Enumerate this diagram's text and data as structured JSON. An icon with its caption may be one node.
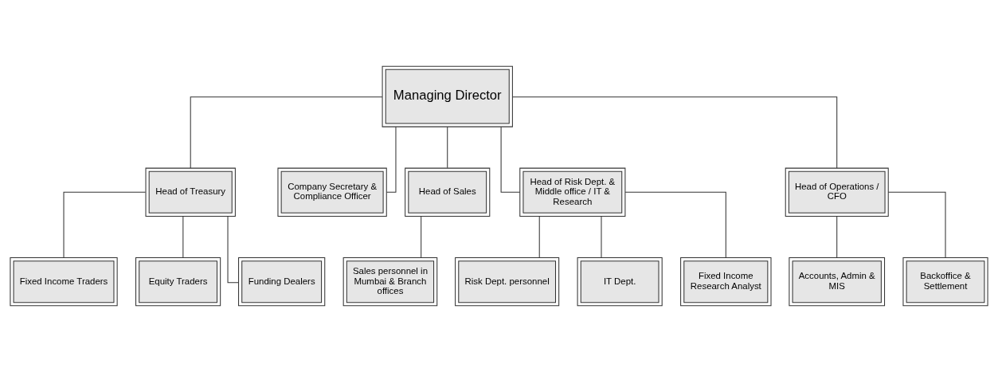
{
  "diagram": {
    "nodes": [
      {
        "text": [
          "Managing Director"
        ]
      },
      {
        "text": [
          "Head of Treasury"
        ]
      },
      {
        "text": [
          "Company Secretary & Compliance Officer"
        ]
      },
      {
        "text": [
          "Head of Sales"
        ]
      },
      {
        "text": [
          "Head of Risk Dept. & Middle office / IT & Research"
        ]
      },
      {
        "text": [
          "Head of Operations / CFO"
        ]
      },
      {
        "text": [
          "Fixed Income Traders"
        ]
      },
      {
        "text": [
          "Equity Traders"
        ]
      },
      {
        "text": [
          "Funding Dealers"
        ]
      },
      {
        "text": [
          "Sales personnel in Mumbai & Branch offices"
        ]
      },
      {
        "text": [
          "Risk Dept. personnel"
        ]
      },
      {
        "text": [
          "IT Dept."
        ]
      },
      {
        "text": [
          "Fixed Income Research Analyst"
        ]
      },
      {
        "text": [
          "Accounts, Admin & MIS"
        ]
      },
      {
        "text": [
          "Backoffice & Settlement"
        ]
      }
    ],
    "edges": [
      {
        "from": 0,
        "to": 1,
        "arrow": "none"
      },
      {
        "from": 0,
        "to": 2,
        "arrow": "none"
      },
      {
        "from": 0,
        "to": 3,
        "arrow": "none"
      },
      {
        "from": 0,
        "to": 4,
        "arrow": "none"
      },
      {
        "from": 0,
        "to": 5,
        "arrow": "none"
      },
      {
        "from": 1,
        "to": 6,
        "arrow": "none"
      },
      {
        "from": 1,
        "to": 7,
        "arrow": "none"
      },
      {
        "from": 1,
        "to": 8,
        "arrow": "none"
      },
      {
        "from": 3,
        "to": 9,
        "arrow": "none"
      },
      {
        "from": 4,
        "to": 10,
        "arrow": "none"
      },
      {
        "from": 4,
        "to": 11,
        "arrow": "none"
      },
      {
        "from": 4,
        "to": 12,
        "arrow": "none"
      },
      {
        "from": 5,
        "to": 13,
        "arrow": "none"
      },
      {
        "from": 5,
        "to": 14,
        "arrow": "none"
      }
    ]
  }
}
